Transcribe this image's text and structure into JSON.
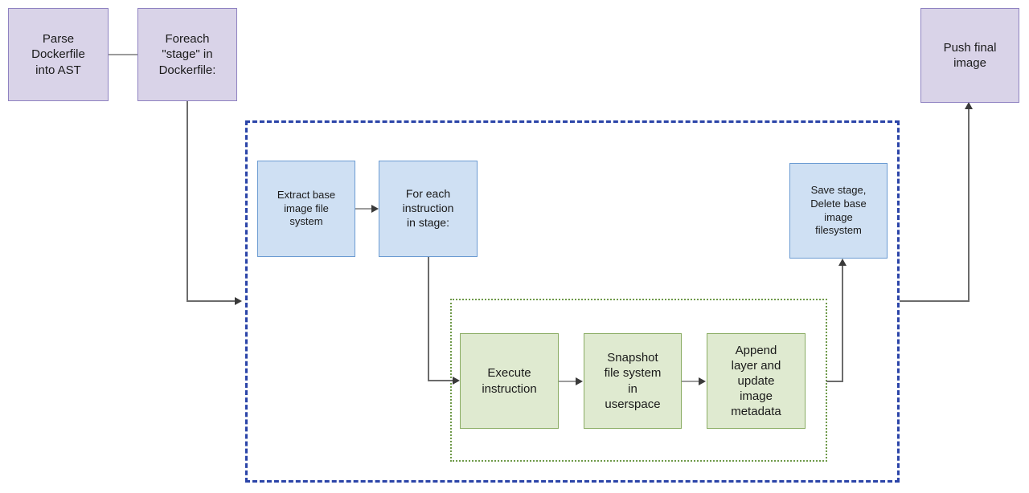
{
  "diagram": {
    "title": "Dockerfile build pipeline flowchart",
    "background": "#ffffff",
    "colors": {
      "purple_fill": "#d9d3e8",
      "purple_stroke": "#8f82c1",
      "blue_fill": "#cfe0f3",
      "blue_stroke": "#6b9bd2",
      "green_fill": "#dfead0",
      "green_stroke": "#8aac63",
      "group_blue_stroke": "#2b44a8",
      "group_green_stroke": "#6f9a4a",
      "edge_stroke": "#6b6b6b"
    },
    "nodes": {
      "parse_dockerfile": "Parse\nDockerfile\ninto AST",
      "foreach_stage": "Foreach\n\"stage\" in\nDockerfile:",
      "extract_base_image": "Extract base\nimage file\nsystem",
      "for_each_instruction": "For each\ninstruction\nin stage:",
      "execute_instruction": "Execute\ninstruction",
      "snapshot_file_system": "Snapshot\nfile system\nin\nuserspace",
      "append_layer": "Append\nlayer and\nupdate\nimage\nmetadata",
      "save_stage": "Save stage,\nDelete base\nimage\nfilesystem",
      "push_final_image": "Push final\nimage"
    },
    "groups": {
      "stage_loop": "",
      "instruction_loop": ""
    }
  }
}
